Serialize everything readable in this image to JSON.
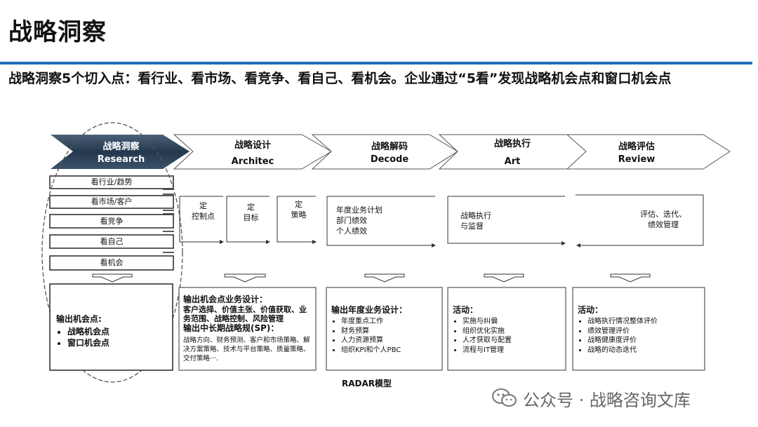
{
  "title": "战略洞察",
  "subtitle": "战略洞察5个切入点：看行业、看市场、看竞争、看自己、看机会。企业通过“5看”发现战略机会点和窗口机会点",
  "chevrons": [
    {
      "cn": "战略洞察",
      "en": "Research"
    },
    {
      "cn": "战略设计",
      "en": "Architec"
    },
    {
      "cn": "战略解码",
      "en": "Decode"
    },
    {
      "cn": "战略执行",
      "en": "Art"
    },
    {
      "cn": "战略评估",
      "en": "Review"
    }
  ],
  "insight_items": [
    "看行业/趋势",
    "看市场/客户",
    "看竞争",
    "看自己",
    "看机会"
  ],
  "design_steps": [
    "定\n控制点",
    "定\n目标",
    "定\n策略"
  ],
  "decode_step": "年度业务计划\n部门绩效\n个人绩效",
  "execute_step": "战略执行\n与监督",
  "review_step": "评估、迭代、\n绩效管理",
  "outputs": {
    "insight": {
      "heading": "输出机会点:",
      "items": [
        "战略机会点",
        "窗口机会点"
      ]
    },
    "design": {
      "heading1": "输出机会点业务设计：",
      "text1": "客户选择、价值主张、价值获取、业务范围、战略控制、风险管理",
      "heading2": "输出中长期战略规(SP)：",
      "text2": "战略方向、财务预测、客户和市场策略、解决方案策略、技术与平台策略、质量策略、交付策略···."
    },
    "decode": {
      "heading": "输出年度业务设计：",
      "items": [
        "年度重点工作",
        "财务预算",
        "人力资源预算",
        "组织KPI和个人PBC"
      ]
    },
    "execute": {
      "heading": "活动：",
      "items": [
        "实施与纠偏",
        "组织优化实施",
        "人才获取与配置",
        "流程与IT管理"
      ]
    },
    "review": {
      "heading": "活动：",
      "items": [
        "战略执行情况整体评价",
        "绩效管理评价",
        "战略健康度评价",
        "战略的动态迭代"
      ]
    }
  },
  "caption": "RADAR模型",
  "footer": "公众号 · 战略咨询文库",
  "colors": {
    "accent": "#1f6fb8",
    "chevron_dark": "#2b3f55"
  }
}
